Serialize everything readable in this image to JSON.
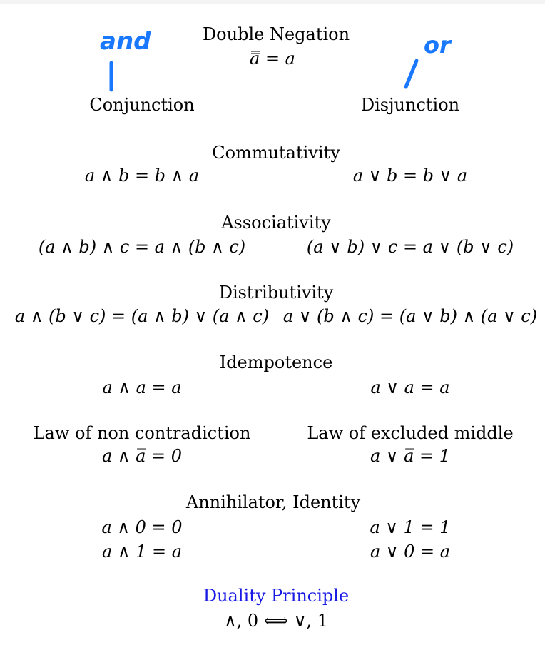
{
  "double_negation": {
    "heading": "Double Negation",
    "formula": "a̿ = a"
  },
  "handwritten": {
    "left": "and",
    "right": "or"
  },
  "columns": {
    "left": "Conjunction",
    "right": "Disjunction"
  },
  "commutativity": {
    "heading": "Commutativity",
    "left": "a ∧ b = b ∧ a",
    "right": "a ∨ b = b ∨ a"
  },
  "associativity": {
    "heading": "Associativity",
    "left": "(a ∧ b) ∧ c = a ∧ (b ∧ c)",
    "right": "(a ∨ b) ∨ c = a ∨ (b ∨ c)"
  },
  "distributivity": {
    "heading": "Distributivity",
    "left": "a ∧ (b ∨ c) = (a ∧ b) ∨ (a ∧ c)",
    "right": "a ∨ (b ∧ c) = (a ∨ b) ∧ (a ∨ c)"
  },
  "idempotence": {
    "heading": "Idempotence",
    "left": "a ∧ a = a",
    "right": "a ∨ a = a"
  },
  "non_contradiction": {
    "heading": "Law of non contradiction",
    "formula": "a ∧ a̅ = 0"
  },
  "excluded_middle": {
    "heading": "Law of excluded middle",
    "formula": "a ∨ a̅ = 1"
  },
  "annihilator_identity": {
    "heading": "Annihilator, Identity",
    "left_1": "a ∧ 0 = 0",
    "left_2": "a ∧ 1 = a",
    "right_1": "a ∨ 1 = 1",
    "right_2": "a ∨ 0 = a"
  },
  "duality": {
    "heading": "Duality Principle",
    "formula": "∧, 0 ⟺ ∨, 1"
  },
  "colors": {
    "ink_blue": "#1a78ff",
    "link_blue": "#1a1ae6"
  }
}
